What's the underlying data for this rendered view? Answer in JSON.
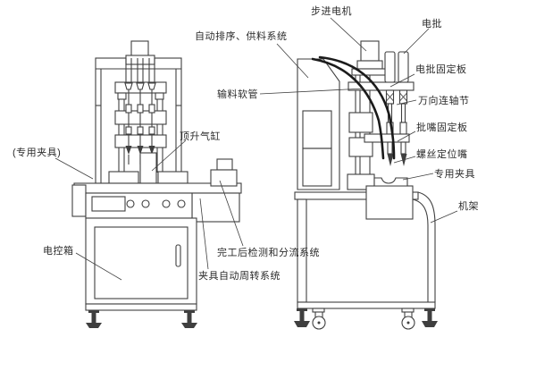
{
  "diagram": {
    "colors": {
      "background": "#ffffff",
      "line": "#3f3f3f",
      "text": "#2b2b2b"
    },
    "labels": {
      "feed_system": "自动排序、供料系统",
      "feed_hose": "输料软管",
      "lift_cylinder": "顶升气缸",
      "special_fixture_left": "(专用夹具)",
      "electric_control_box": "电控箱",
      "post_completion_system": "完工后检测和分流系统",
      "fixture_turnover_system": "夹具自动周转系统",
      "stepper_motor": "步进电机",
      "electric_screwdriver": "电批",
      "screwdriver_fixing_plate": "电批固定板",
      "universal_coupling": "万向连轴节",
      "bit_fixing_plate": "批嘴固定板",
      "screw_positioning_nozzle": "螺丝定位嘴",
      "special_fixture_right": "专用夹具",
      "machine_frame": "机架"
    }
  }
}
